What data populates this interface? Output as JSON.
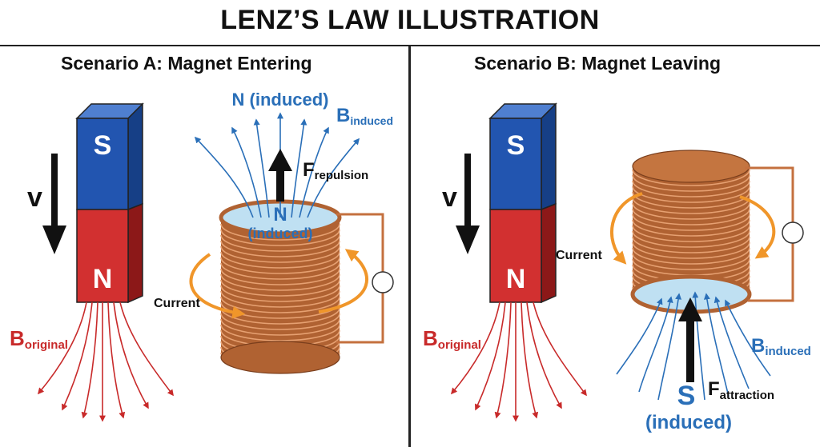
{
  "title": "LENZ’S LAW ILLUSTRATION",
  "scenario_a": {
    "title": "Scenario A: Magnet Entering",
    "magnet_top_pole": "S",
    "magnet_bottom_pole": "N",
    "velocity_label": "v",
    "b_original_main": "B",
    "b_original_sub": "original",
    "induced_top_label": "N (induced)",
    "coil_pole": "N",
    "coil_pole_sub": "(induced)",
    "b_induced_main": "B",
    "b_induced_sub": "induced",
    "force_main": "F",
    "force_sub": "repulsion",
    "current_label": "Current"
  },
  "scenario_b": {
    "title": "Scenario B: Magnet Leaving",
    "magnet_top_pole": "S",
    "magnet_bottom_pole": "N",
    "velocity_label": "v",
    "b_original_main": "B",
    "b_original_sub": "original",
    "current_label": "Current",
    "b_induced_main": "B",
    "b_induced_sub": "induced",
    "bottom_pole": "S",
    "bottom_pole_sub": "(induced)",
    "force_main": "F",
    "force_sub": "attraction"
  },
  "colors": {
    "magnet_blue": "#2255b0",
    "magnet_red": "#d23030",
    "field_red": "#c82a2a",
    "field_blue": "#2a6fb8",
    "copper": "#c4703e",
    "orange_arrow": "#f0962a",
    "coil_top": "#bfe0f2"
  }
}
